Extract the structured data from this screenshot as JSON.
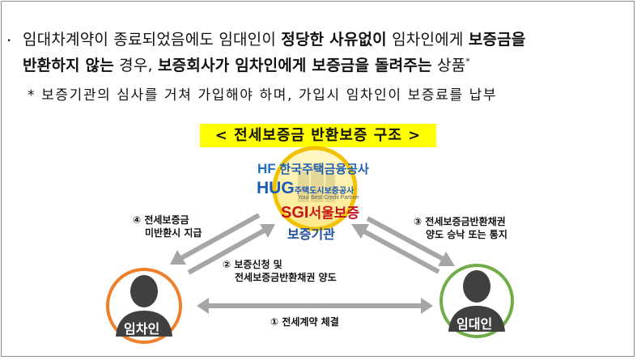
{
  "intro": {
    "bullet": "·",
    "line1": [
      {
        "t": "임대차계약이 종료되었음에도 임대인이 ",
        "b": false
      },
      {
        "t": "정당한 사유없이",
        "b": true
      },
      {
        "t": " 임차인에게 ",
        "b": false
      },
      {
        "t": "보증금을",
        "b": true
      }
    ],
    "line2": [
      {
        "t": "반환하지 않는",
        "b": true
      },
      {
        "t": " 경우, ",
        "b": false
      },
      {
        "t": "보증회사가 임차인에게 보증금을 돌려주는",
        "b": true
      },
      {
        "t": " 상품",
        "b": false
      }
    ],
    "line2_sup": "*",
    "note": "* 보증기관의 심사를 거쳐 가입해야 하며, 가입시 임차인이 보증료를 납부"
  },
  "diagram": {
    "title": "< 전세보증금 반환보증 구조 >",
    "guarantor": {
      "label": "보증기관",
      "orgs": [
        {
          "mark": "HF",
          "name": "한국주택금융공사"
        },
        {
          "mark": "HUG",
          "name": "주택도시보증공사",
          "slogan": "Your Best Credit Partner"
        },
        {
          "mark": "SGI",
          "name": "서울보증"
        }
      ]
    },
    "tenant": {
      "label": "임차인"
    },
    "landlord": {
      "label": "임대인"
    },
    "flows": [
      {
        "id": "4",
        "line1": "④ 전세보증금",
        "line2": "미반환시 지급"
      },
      {
        "id": "2",
        "line1": "② 보증신청 및",
        "line2": "전세보증금반환채권 양도"
      },
      {
        "id": "3",
        "line1": "③ 전세보증금반환채권",
        "line2": "양도 승낙 또는 통지"
      },
      {
        "id": "1",
        "line1": "① 전세계약 체결"
      }
    ],
    "colors": {
      "tenant": "#f07f2a",
      "landlord": "#70ad47",
      "guarantor_ring": "#f2c200",
      "arrow": "#a6a6a6",
      "person": "#404040"
    }
  }
}
